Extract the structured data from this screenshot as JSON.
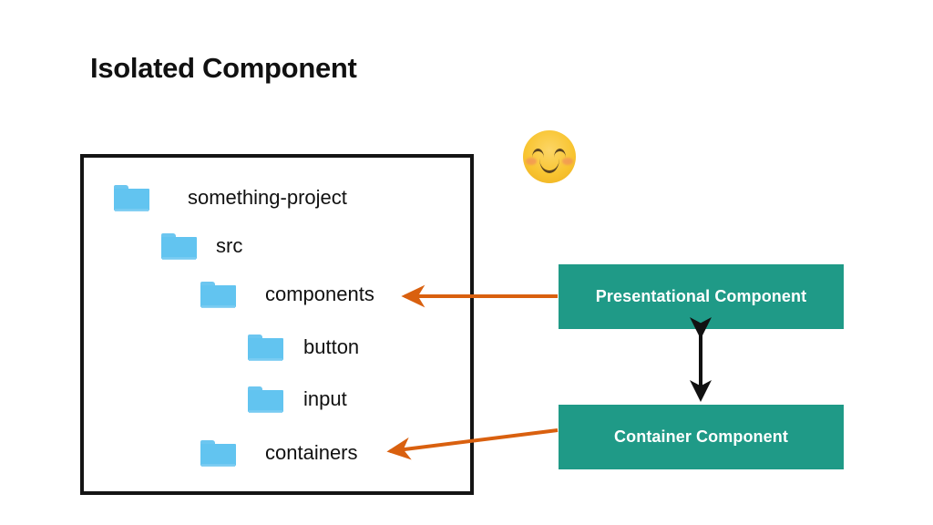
{
  "slide": {
    "title": "Isolated Component",
    "background_color": "#ffffff"
  },
  "colors": {
    "title_text": "#111111",
    "box_border": "#141414",
    "folder_blue": "#62c4f0",
    "teal_box": "#1f9a87",
    "teal_box_text": "#ffffff",
    "orange_arrow": "#d9600f",
    "black_arrow": "#111111",
    "emoji_yellow": "#f8c430"
  },
  "project_box": {
    "name": "project-structure-box",
    "tree": [
      {
        "label": "something-project",
        "level": 0,
        "icon": "folder-icon"
      },
      {
        "label": "src",
        "level": 1,
        "icon": "folder-icon"
      },
      {
        "label": "components",
        "level": 2,
        "icon": "folder-icon"
      },
      {
        "label": "button",
        "level": 3,
        "icon": "folder-icon"
      },
      {
        "label": "input",
        "level": 3,
        "icon": "folder-icon"
      },
      {
        "label": "containers",
        "level": 2,
        "icon": "folder-icon"
      }
    ]
  },
  "emoji": {
    "icon": "smiling-face-with-smiling-eyes-icon",
    "glyph": "☺"
  },
  "boxes": [
    {
      "id": "presentational",
      "label": "Presentational Component"
    },
    {
      "id": "container",
      "label": "Container Component"
    }
  ],
  "arrows": [
    {
      "name": "arrow-presentational-to-components",
      "from": "presentational-box",
      "to": "components-folder",
      "color": "#d9600f",
      "style": "single-head-left"
    },
    {
      "name": "arrow-container-to-containers",
      "from": "container-box",
      "to": "containers-folder",
      "color": "#d9600f",
      "style": "single-head-left"
    },
    {
      "name": "arrow-between-boxes",
      "from": "container-box",
      "to": "presentational-box",
      "color": "#111111",
      "style": "double-head-vertical"
    }
  ]
}
